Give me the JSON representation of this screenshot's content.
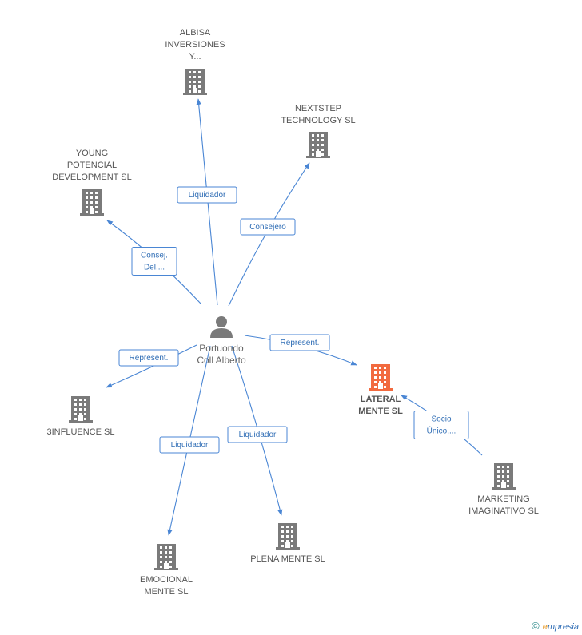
{
  "colors": {
    "edge": "#4a86d4",
    "building": "#7a7a7a",
    "building_main": "#f26a3f",
    "person": "#7a7a7a"
  },
  "nodes": [
    {
      "id": "person",
      "type": "person",
      "lines": [
        "Portuondo",
        "Coll Alberto"
      ]
    },
    {
      "id": "albisa",
      "type": "company",
      "lines": [
        "ALBISA",
        "INVERSIONES",
        "Y..."
      ]
    },
    {
      "id": "nextstep",
      "type": "company",
      "lines": [
        "NEXTSTEP",
        "TECHNOLOGY SL"
      ]
    },
    {
      "id": "young",
      "type": "company",
      "lines": [
        "YOUNG",
        "POTENCIAL",
        "DEVELOPMENT SL"
      ]
    },
    {
      "id": "lateral",
      "type": "company-main",
      "lines": [
        "LATERAL",
        "MENTE SL"
      ]
    },
    {
      "id": "3influence",
      "type": "company",
      "lines": [
        "3INFLUENCE SL"
      ]
    },
    {
      "id": "marketing",
      "type": "company",
      "lines": [
        "MARKETING",
        "IMAGINATIVO SL"
      ]
    },
    {
      "id": "emocional",
      "type": "company",
      "lines": [
        "EMOCIONAL",
        "MENTE SL"
      ]
    },
    {
      "id": "plena",
      "type": "company",
      "lines": [
        "PLENA MENTE SL"
      ]
    }
  ],
  "edges": [
    {
      "from": "person",
      "to": "albisa",
      "label": [
        "Liquidador"
      ]
    },
    {
      "from": "person",
      "to": "nextstep",
      "label": [
        "Consejero"
      ]
    },
    {
      "from": "person",
      "to": "young",
      "label": [
        "Consej.",
        "Del...."
      ]
    },
    {
      "from": "person",
      "to": "lateral",
      "label": [
        "Represent."
      ]
    },
    {
      "from": "person",
      "to": "3influence",
      "label": [
        "Represent."
      ]
    },
    {
      "from": "person",
      "to": "emocional",
      "label": [
        "Liquidador"
      ]
    },
    {
      "from": "person",
      "to": "plena",
      "label": [
        "Liquidador"
      ]
    },
    {
      "from": "marketing",
      "to": "lateral",
      "label": [
        "Socio",
        "Único,..."
      ]
    }
  ],
  "footer": {
    "copyright": "©",
    "brand_initial": "e",
    "brand_rest": "mpresia"
  }
}
